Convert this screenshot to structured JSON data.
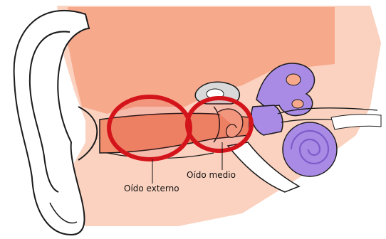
{
  "labels": {
    "outer_ear": "Oído externo",
    "middle_ear": "Oído medio"
  },
  "colors": {
    "skin": "#f7a98c",
    "skin_light": "#fbd2c0",
    "canal": "#f18f6e",
    "highlight_ring": "#d4141b",
    "inner_ear": "#a98be6",
    "inner_ear_dark": "#7c5cc9",
    "outline": "#1a1a1a",
    "bone_gray": "#d9d9d9"
  },
  "icons": {
    "outer_ring": "circle-highlight",
    "middle_ring": "circle-highlight"
  }
}
